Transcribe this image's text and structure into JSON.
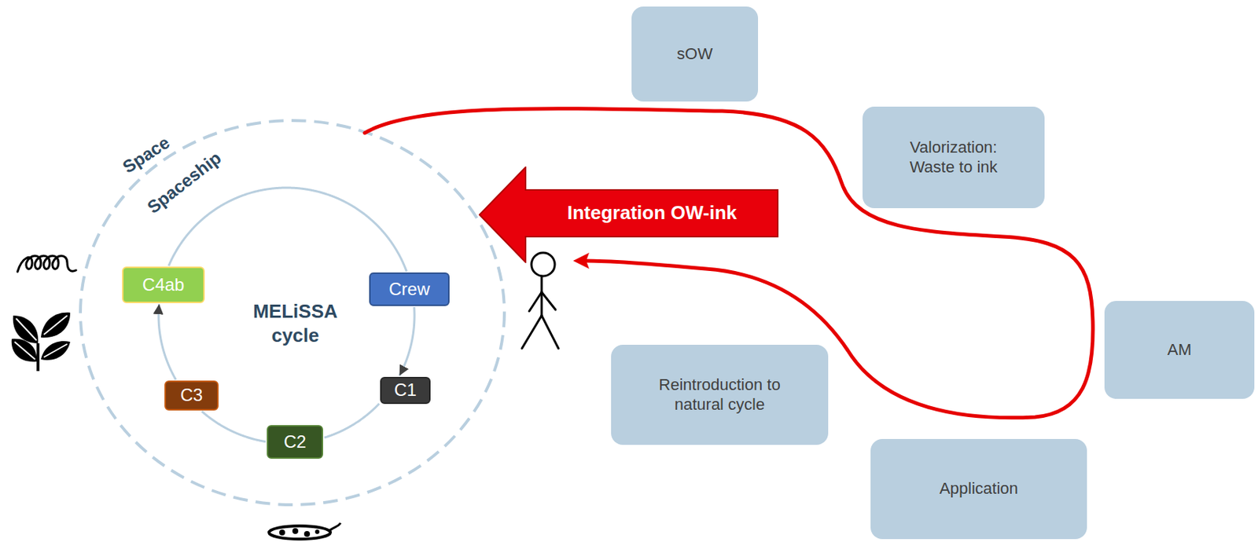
{
  "diagram": {
    "nodes": [
      {
        "text": [
          "sOW"
        ]
      },
      {
        "text": [
          "Valorization: Waste to ink"
        ]
      },
      {
        "text": [
          "Integration OW-ink"
        ]
      },
      {
        "text": [
          "C4ab"
        ]
      },
      {
        "text": [
          "Crew"
        ]
      },
      {
        "text": [
          "AM"
        ]
      },
      {
        "text": [
          "C1"
        ]
      },
      {
        "text": [
          "C3"
        ]
      },
      {
        "text": [
          "Reintroduction to natural cycle"
        ]
      },
      {
        "text": [
          "C2"
        ]
      },
      {
        "text": [
          "Application"
        ]
      }
    ],
    "edges": [
      {
        "from": 4,
        "to": 6,
        "arrow": "to"
      },
      {
        "from": 6,
        "to": 9,
        "arrow": "none"
      },
      {
        "from": 9,
        "to": 7,
        "arrow": "none"
      },
      {
        "from": 7,
        "to": 3,
        "arrow": "to"
      },
      {
        "from": 3,
        "to": 4,
        "arrow": "none"
      }
    ],
    "labels": [
      "Space",
      "Spaceship",
      "MELiSSA cycle"
    ]
  }
}
